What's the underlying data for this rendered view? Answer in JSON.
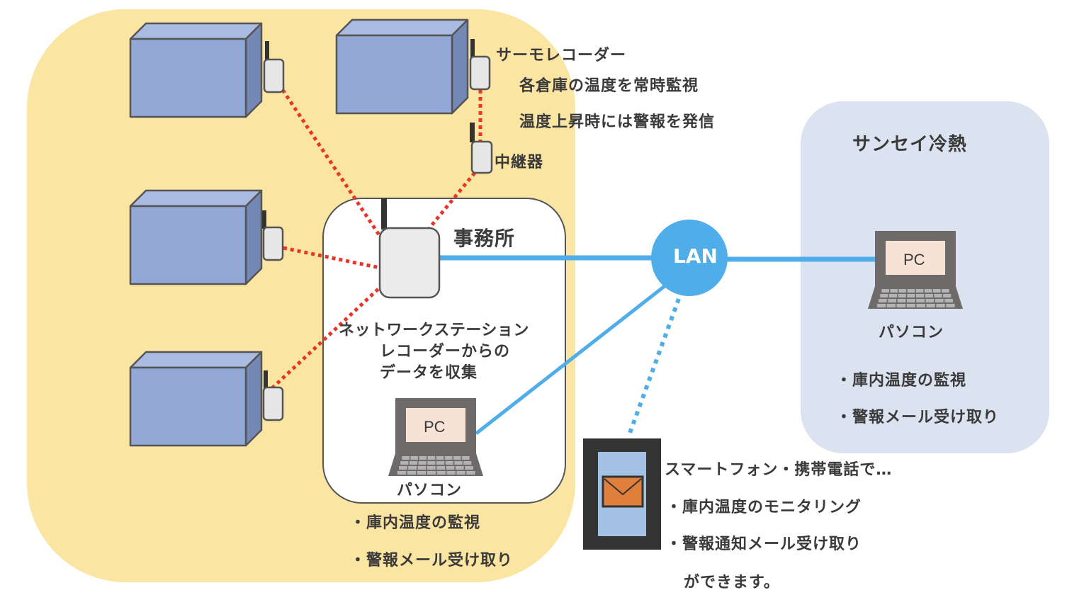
{
  "colors": {
    "site_area": "#fae5a3",
    "company_area": "#dce3f0",
    "warehouse_front": "#93a8d6",
    "warehouse_top": "#a9bbe0",
    "warehouse_side": "#7388b4",
    "outline": "#555555",
    "device": "#e6e6e6",
    "antenna": "#333333",
    "wireless_link": "#e8342a",
    "lan": "#4fadea",
    "pc_body": "#6f6a6a",
    "pc_screen": "#f7e3d6",
    "phone_body": "#353434",
    "phone_screen": "#a3c1e3",
    "mail": "#e07f3b"
  },
  "recorder": {
    "title": "サーモレコーダー",
    "desc_lines": [
      "各倉庫の温度を常時監視",
      "温度上昇時には警報を発信"
    ]
  },
  "repeater": {
    "label": "中継器"
  },
  "office": {
    "title": "事務所",
    "station_label": "ネットワークステーション",
    "station_desc_lines": [
      "レコーダーからの",
      "データを収集"
    ],
    "pc_screen_text": "PC",
    "pc_label": "パソコン",
    "features": [
      "・庫内温度の監視",
      "・警報メール受け取り"
    ]
  },
  "lan": {
    "label": "LAN"
  },
  "company": {
    "title": "サンセイ冷熱",
    "pc_screen_text": "PC",
    "pc_label": "パソコン",
    "features": [
      "・庫内温度の監視",
      "・警報メール受け取り"
    ]
  },
  "mobile": {
    "intro": "スマートフォン・携帯電話で…",
    "features": [
      "・庫内温度のモニタリング",
      "・警報通知メール受け取り"
    ],
    "outro": "ができます。"
  }
}
